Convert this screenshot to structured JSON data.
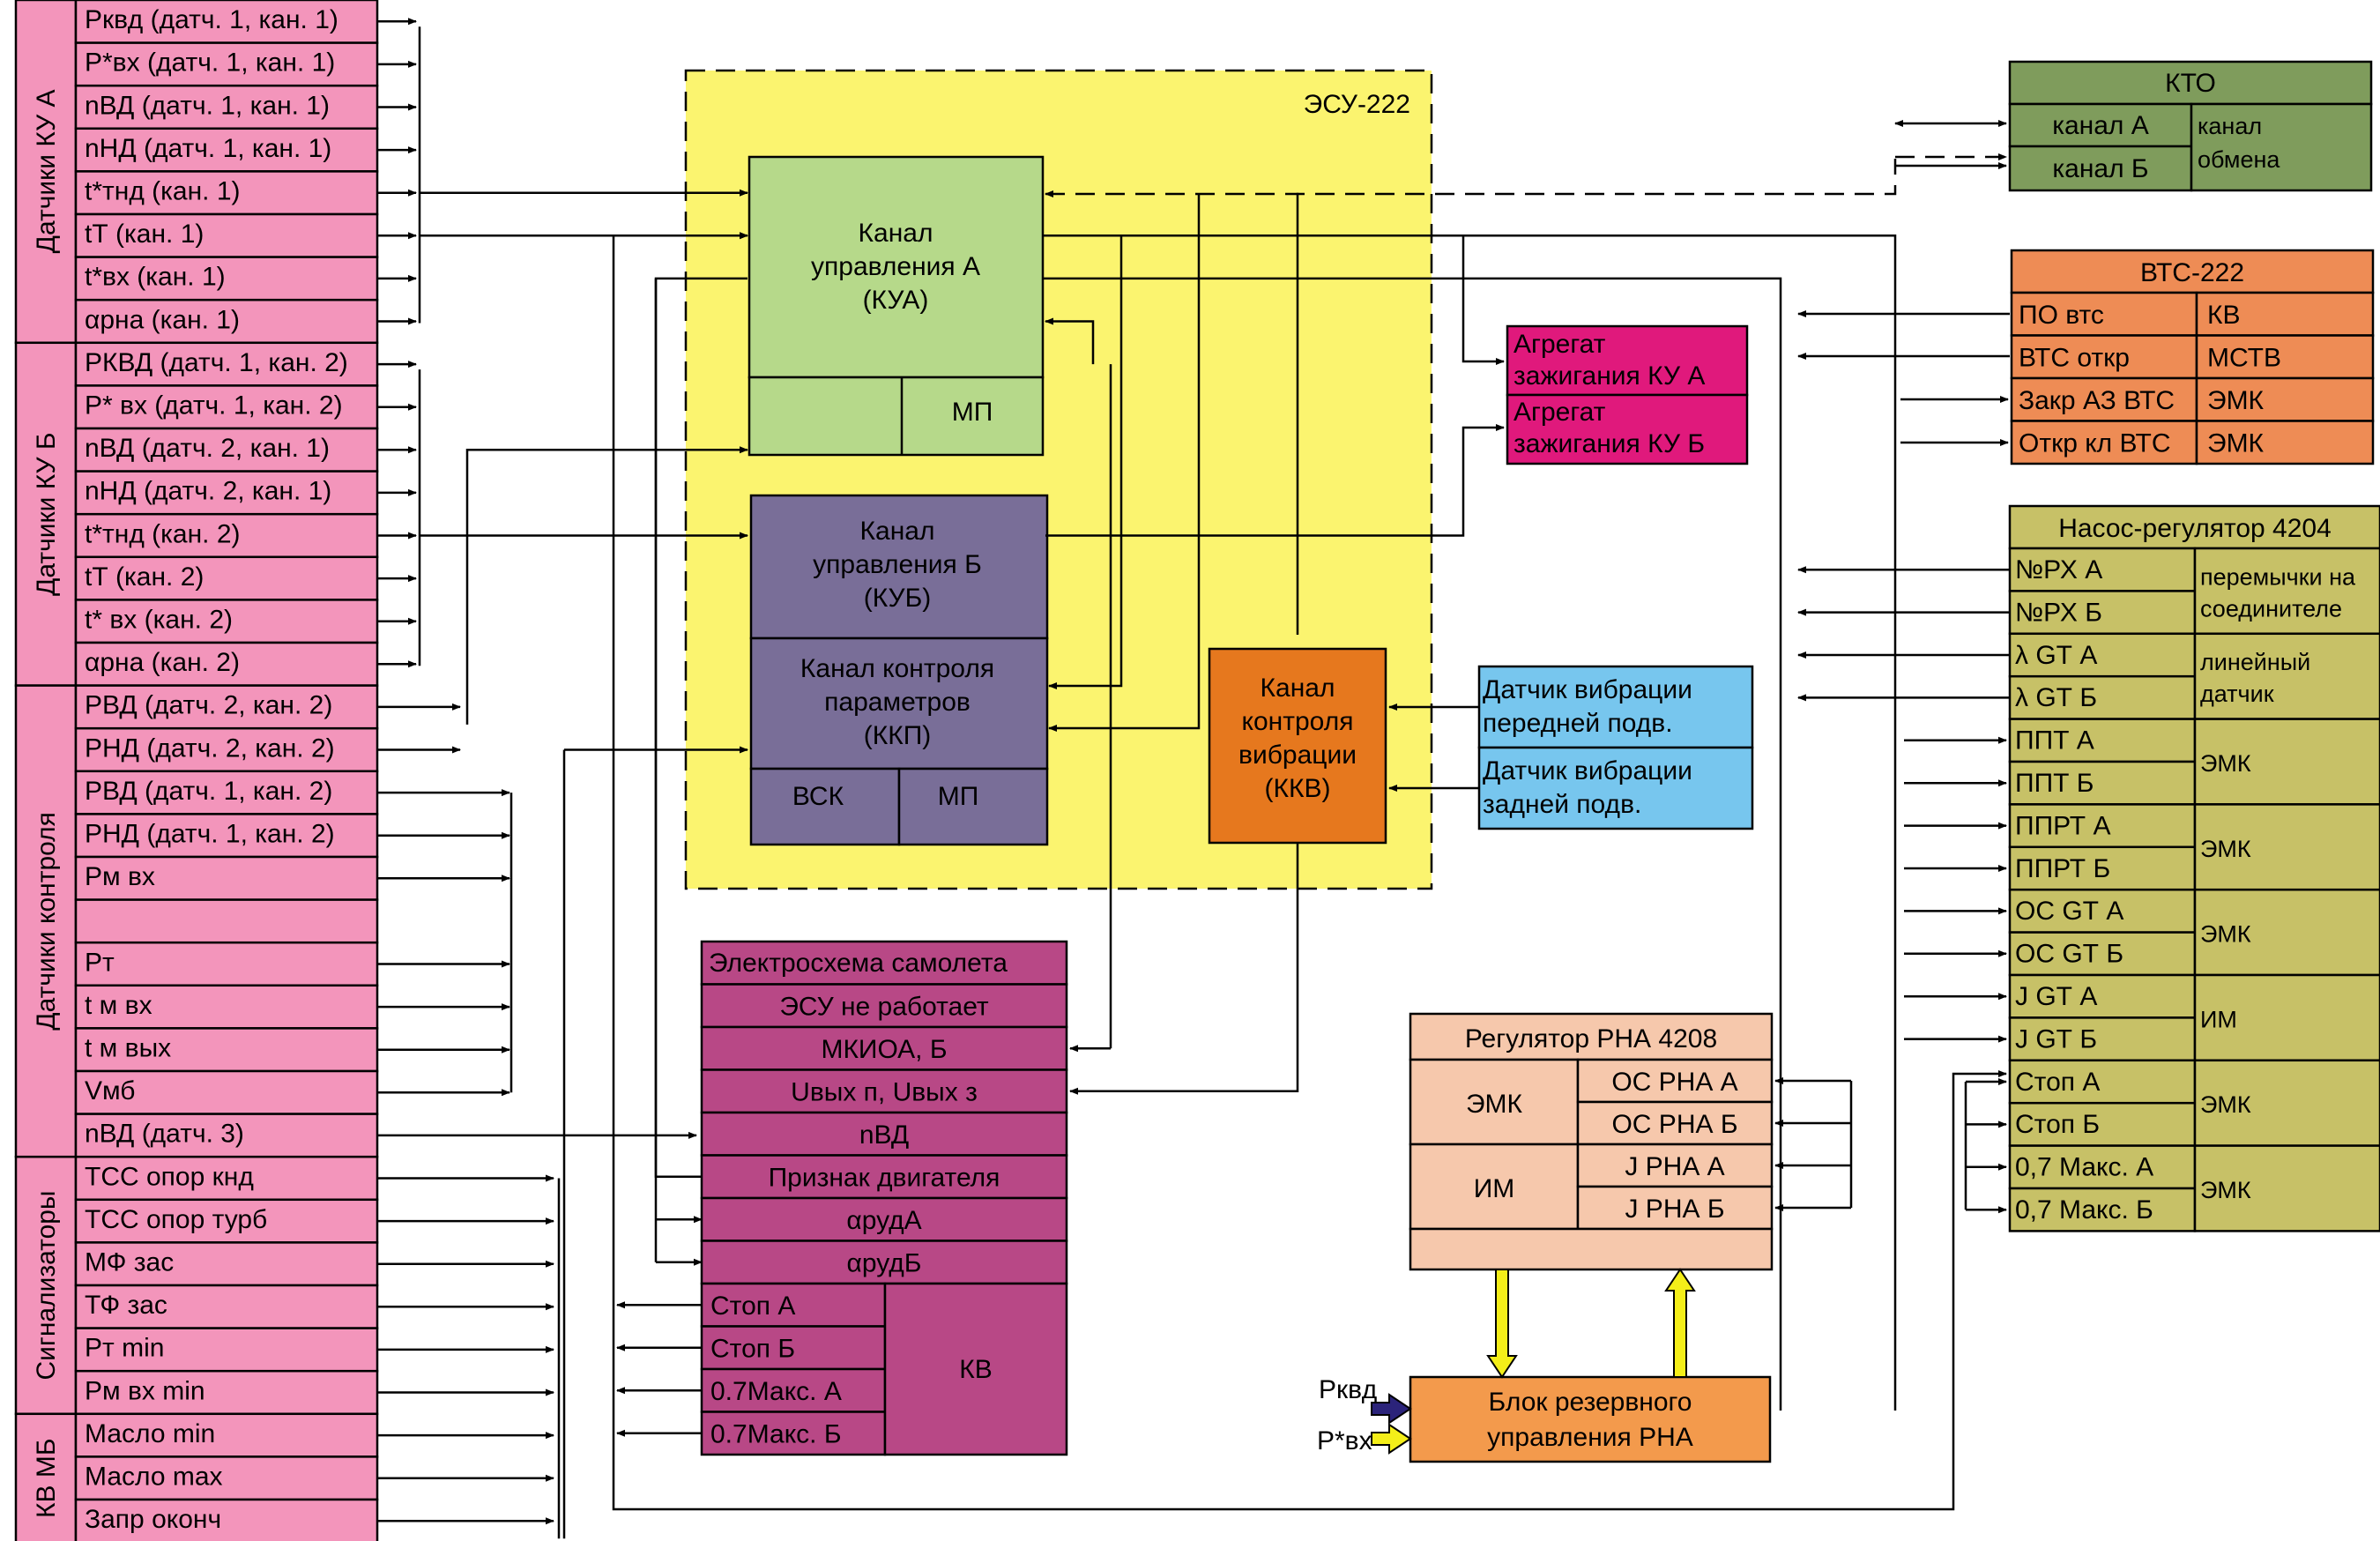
{
  "ksu_a": {
    "group_label": "Датчики КУ А",
    "rows": [
      {
        "label": "Pквд (датч. 1, кан. 1)"
      },
      {
        "label": "P*вх (датч. 1, кан. 1)"
      },
      {
        "label": "nВД (датч. 1, кан. 1)"
      },
      {
        "label": "nНД (датч. 1, кан. 1)"
      },
      {
        "label": "t*тнд (кан. 1)"
      },
      {
        "label": "tТ (кан. 1)"
      },
      {
        "label": "t*вх (кан. 1)"
      },
      {
        "label": "αрна (кан. 1)"
      }
    ]
  },
  "ksu_b": {
    "group_label": "Датчики КУ Б",
    "rows": [
      {
        "label": "PКВД (датч. 1, кан. 2)"
      },
      {
        "label": "P* вх (датч. 1, кан. 2)"
      },
      {
        "label": "nВД (датч. 2, кан. 1)"
      },
      {
        "label": "nНД (датч. 2, кан. 1)"
      },
      {
        "label": "t*тнд (кан. 2)"
      },
      {
        "label": "tТ (кан. 2)"
      },
      {
        "label": "t* вх (кан. 2)"
      },
      {
        "label": "αрна (кан. 2)"
      }
    ]
  },
  "control": {
    "group_label": "Датчики контроля",
    "rows": [
      {
        "label": "PВД (датч. 2, кан. 2)"
      },
      {
        "label": "PНД (датч. 2, кан. 2)"
      },
      {
        "label": "PВД (датч. 1, кан. 2)"
      },
      {
        "label": "PНД (датч. 1, кан. 2)"
      },
      {
        "label": "Pм вх"
      },
      {
        "label": ""
      },
      {
        "label": "Pт"
      },
      {
        "label": "t м вх"
      },
      {
        "label": "t м вых"
      },
      {
        "label": "Vмб"
      },
      {
        "label": "nВД (датч. 3)"
      }
    ]
  },
  "signalizers": {
    "group_label": "Сигнализаторы",
    "rows": [
      {
        "label": "ТСС опор кнд"
      },
      {
        "label": "ТСС опор турб"
      },
      {
        "label": "МФ зас"
      },
      {
        "label": "ТФ зас"
      },
      {
        "label": "Pт min"
      },
      {
        "label": "Pм вх min"
      }
    ]
  },
  "kv_mb": {
    "group_label": "КВ МБ",
    "rows": [
      {
        "label": "Масло min"
      },
      {
        "label": "Масло max"
      },
      {
        "label": "Запр оконч"
      }
    ]
  },
  "esu": {
    "title": "ЭСУ-222",
    "kua_lines": [
      "Канал",
      "управления А",
      "(КУА)"
    ],
    "kua_mp": "МП",
    "kub_lines": [
      "Канал",
      "управления Б",
      "(КУБ)"
    ],
    "kkp_lines": [
      "Канал контроля",
      "параметров",
      "(ККП)"
    ],
    "kkp_vsk": "ВСК",
    "kkp_mp": "МП",
    "kkv_lines": [
      "Канал",
      "контроля",
      "вибрации",
      "(ККВ)"
    ]
  },
  "ignition": {
    "a_lines": [
      "Агрегат",
      "зажигания КУ А"
    ],
    "b_lines": [
      "Агрегат",
      "зажигания КУ Б"
    ]
  },
  "vibration_sensors": {
    "front_lines": [
      "Датчик вибрации",
      "передней подв."
    ],
    "rear_lines": [
      "Датчик вибрации",
      "задней подв."
    ]
  },
  "kto": {
    "title": "КТО",
    "channel_a": "канал А",
    "channel_b": "канал Б",
    "exchange_lines": [
      "канал",
      "обмена"
    ]
  },
  "vts": {
    "title": "ВТС-222",
    "rows": [
      {
        "left": "ПО втс",
        "right": "КВ"
      },
      {
        "left": "ВТС откр",
        "right": "МСТВ"
      },
      {
        "left": "Закр АЗ ВТС",
        "right": "ЭМК"
      },
      {
        "left": "Откр кл ВТС",
        "right": "ЭМК"
      }
    ]
  },
  "pump": {
    "title": "Насос-регулятор 4204",
    "rows": [
      {
        "label": "№РХ А"
      },
      {
        "label": "№РХ Б"
      },
      {
        "label": "λ GТ А"
      },
      {
        "label": "λ GТ Б"
      },
      {
        "label": "ППТ А"
      },
      {
        "label": "ППТ Б"
      },
      {
        "label": "ППРТ А"
      },
      {
        "label": "ППРТ Б"
      },
      {
        "label": "ОС GТ А"
      },
      {
        "label": "ОС GТ Б"
      },
      {
        "label": "J GТ А"
      },
      {
        "label": "J GТ Б"
      },
      {
        "label": "Стоп А"
      },
      {
        "label": "Стоп Б"
      },
      {
        "label": "0,7 Макс. А"
      },
      {
        "label": "0,7 Макс. Б"
      }
    ],
    "groups": [
      {
        "lines": [
          "перемычки на",
          "соединителе"
        ]
      },
      {
        "lines": [
          "линейный",
          "датчик"
        ]
      },
      {
        "lines": [
          "ЭМК"
        ]
      },
      {
        "lines": [
          "ЭМК"
        ]
      },
      {
        "lines": [
          "ЭМК"
        ]
      },
      {
        "lines": [
          "ИМ"
        ]
      },
      {
        "lines": [
          "ЭМК"
        ]
      },
      {
        "lines": [
          "ЭМК"
        ]
      }
    ]
  },
  "aircraft": {
    "title": "Электросхема самолета",
    "rows": [
      {
        "label": "ЭСУ не работает"
      },
      {
        "label": "МКИОА, Б"
      },
      {
        "label": "Uвых п, Uвых з"
      },
      {
        "label": "nВД"
      },
      {
        "label": "Признак двигателя"
      },
      {
        "label": "αрудА"
      },
      {
        "label": "αрудБ"
      }
    ],
    "bottom_rows": [
      {
        "label": "Стоп А"
      },
      {
        "label": "Стоп Б"
      },
      {
        "label": "0.7Макс. А"
      },
      {
        "label": "0.7Макс. Б"
      }
    ],
    "kv_label": "КВ"
  },
  "rna": {
    "title": "Регулятор РНА 4208",
    "emk": "ЭМК",
    "im": "ИМ",
    "rows": [
      {
        "label": "ОС РНА А"
      },
      {
        "label": "ОС РНА Б"
      },
      {
        "label": "J РНА А"
      },
      {
        "label": "J РНА Б"
      }
    ]
  },
  "backup": {
    "lines": [
      "Блок резервного",
      "управления РНА"
    ],
    "in_pkvd": "Pквд",
    "in_pvx": "P*вх"
  },
  "colors": {
    "pink": "#f395bb",
    "esu_yellow": "#fbf46f",
    "kua_green": "#b6d98a",
    "kub_purple": "#796e98",
    "kkv_orange": "#e6781e",
    "ignition_magenta": "#e0197c",
    "vibration_blue": "#77c6ee",
    "kto_green": "#7f9c5c",
    "vts_orange": "#ee8c55",
    "pump_olive": "#c7c167",
    "aircraft_magenta": "#b84886",
    "rna_peach": "#f6c8ac",
    "backup_orange": "#f39a4c",
    "arrow_navy": "#2b237a",
    "arrow_yellow": "#f4ee19"
  }
}
